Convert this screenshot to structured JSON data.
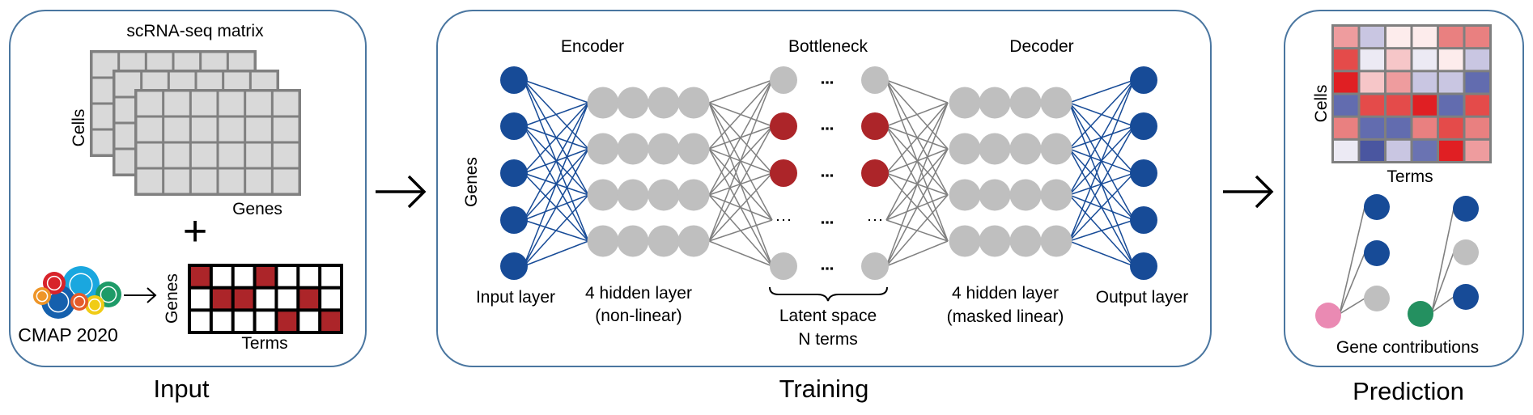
{
  "colors": {
    "panel_border": "#4a76a0",
    "node_blue": "#174b97",
    "node_gray": "#bfbfbf",
    "node_red": "#ac2529",
    "mask_red": "#ac2529",
    "edge_blue": "#174b97",
    "edge_gray": "#808080",
    "matrix_fill": "#d9d9d9",
    "matrix_stroke": "#808080",
    "pink": "#ea8ab3",
    "green": "#249060"
  },
  "input": {
    "title": "Input",
    "matrix_title": "scRNA-seq matrix",
    "matrix_row_label": "Cells",
    "matrix_col_label": "Genes",
    "matrix_rows": 4,
    "matrix_cols": 6,
    "matrix_layers": 3,
    "plus": "+",
    "logo_label": "CMAP 2020",
    "logo_icon": "cmap-logo-icon",
    "mask_row_label": "Genes",
    "mask_col_label": "Terms",
    "mask": [
      [
        1,
        0,
        0,
        1,
        0,
        0,
        0
      ],
      [
        0,
        1,
        1,
        0,
        0,
        1,
        0
      ],
      [
        0,
        0,
        0,
        0,
        1,
        0,
        1
      ]
    ]
  },
  "training": {
    "title": "Training",
    "genes_label": "Genes",
    "encoder_label": "Encoder",
    "bottleneck_label": "Bottleneck",
    "decoder_label": "Decoder",
    "input_layer_label": "Input layer",
    "encoder_hidden_label_1": "4 hidden layer",
    "encoder_hidden_label_2": "(non-linear)",
    "latent_label_1": "Latent space",
    "latent_label_2": "N terms",
    "decoder_hidden_label_1": "4 hidden layer",
    "decoder_hidden_label_2": "(masked linear)",
    "output_layer_label": "Output layer",
    "ellipsis": "...",
    "input_nodes": 5,
    "hidden_rows": 4,
    "hidden_per_row": 4,
    "bottleneck_nodes": [
      "gray",
      "red",
      "red",
      "dots",
      "gray"
    ],
    "output_nodes": 5
  },
  "prediction": {
    "title": "Prediction",
    "heatmap_row_label": "Cells",
    "heatmap_col_label": "Terms",
    "heatmap": [
      [
        "#ee9c9e",
        "#c9c6e2",
        "#fdecec",
        "#fdecec",
        "#e98080",
        "#e98080"
      ],
      [
        "#e44b4a",
        "#eceaf4",
        "#f6c6c8",
        "#eceaf4",
        "#fdecec",
        "#c9c6e2"
      ],
      [
        "#e01f23",
        "#f6c6c8",
        "#ee9c9e",
        "#c9c6e2",
        "#c9c6e2",
        "#626caf"
      ],
      [
        "#626caf",
        "#e44b4a",
        "#e44b4a",
        "#e01f23",
        "#626caf",
        "#e44b4a"
      ],
      [
        "#e98080",
        "#626caf",
        "#626caf",
        "#e98080",
        "#e44b4a",
        "#e98080"
      ],
      [
        "#eceaf4",
        "#4a56a0",
        "#c9c6e2",
        "#6a73b2",
        "#e01f23",
        "#ee9c9e"
      ]
    ],
    "contributions_label": "Gene contributions",
    "contribution_groups": [
      {
        "source": "pink",
        "targets": [
          "blue",
          "blue",
          "gray"
        ]
      },
      {
        "source": "green",
        "targets": [
          "blue",
          "gray",
          "blue"
        ]
      }
    ]
  }
}
